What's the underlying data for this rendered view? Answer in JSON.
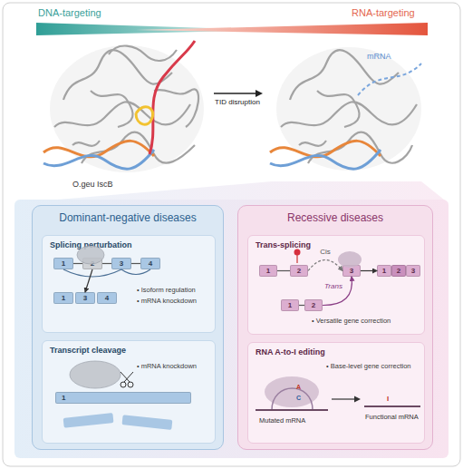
{
  "diagram": {
    "nodes": [
      {
        "text": [
          "Dominant-negative diseases"
        ]
      },
      {
        "text": [
          "Splicing perturbation",
          "• Isoform regulation",
          "• mRNA knockdown"
        ],
        "in": 0
      },
      {
        "text": [
          "1"
        ],
        "in": 1
      },
      {
        "text": [
          "2"
        ],
        "in": 1
      },
      {
        "text": [
          "3"
        ],
        "in": 1
      },
      {
        "text": [
          "4"
        ],
        "in": 1
      },
      {
        "text": [
          "1"
        ],
        "in": 1
      },
      {
        "text": [
          "3"
        ],
        "in": 1
      },
      {
        "text": [
          "4"
        ],
        "in": 1
      },
      {
        "text": [
          "Transcript cleavage",
          "• mRNA knockdown"
        ],
        "in": 0
      },
      {
        "text": [
          "1"
        ],
        "in": 9
      },
      {
        "text": [
          "Recessive diseases"
        ]
      },
      {
        "text": [
          "Trans-splicing",
          "• Versatile gene correction"
        ],
        "in": 11
      },
      {
        "text": [
          "1"
        ],
        "in": 12
      },
      {
        "text": [
          "2"
        ],
        "in": 12
      },
      {
        "text": [
          "3"
        ],
        "in": 12
      },
      {
        "text": [
          "1"
        ],
        "in": 12
      },
      {
        "text": [
          "2"
        ],
        "in": 12
      },
      {
        "text": [
          "1"
        ],
        "in": 12
      },
      {
        "text": [
          "2"
        ],
        "in": 12
      },
      {
        "text": [
          "3"
        ],
        "in": 12
      },
      {
        "text": [
          "RNA A-to-I editing",
          "• Base-level gene correction"
        ],
        "in": 11
      }
    ],
    "edges": [
      {
        "from": 2,
        "to": 3,
        "arrow": "none"
      },
      {
        "from": 3,
        "to": 4,
        "arrow": "none"
      },
      {
        "from": 4,
        "to": 5,
        "arrow": "none"
      },
      {
        "from": 2,
        "to": 4,
        "arrow": "none"
      },
      {
        "from": 4,
        "to": 5,
        "arrow": "none"
      },
      {
        "from": 3,
        "to": 7,
        "arrow": "to"
      },
      {
        "from": 13,
        "to": 14,
        "arrow": "none"
      },
      {
        "from": 14,
        "to": 15,
        "label": "Cis",
        "arrow": "to"
      },
      {
        "from": 17,
        "to": 15,
        "label": "Trans",
        "arrow": "to"
      },
      {
        "from": 15,
        "to": 18,
        "arrow": "to"
      },
      {
        "from": 16,
        "to": 17,
        "arrow": "none"
      }
    ],
    "labels": [
      "DNA-targeting",
      "RNA-targeting",
      "O.geu IscB",
      "TID disruption",
      "mRNA",
      "A",
      "C",
      "Mutated mRNA",
      "I",
      "Functional mRNA"
    ]
  }
}
